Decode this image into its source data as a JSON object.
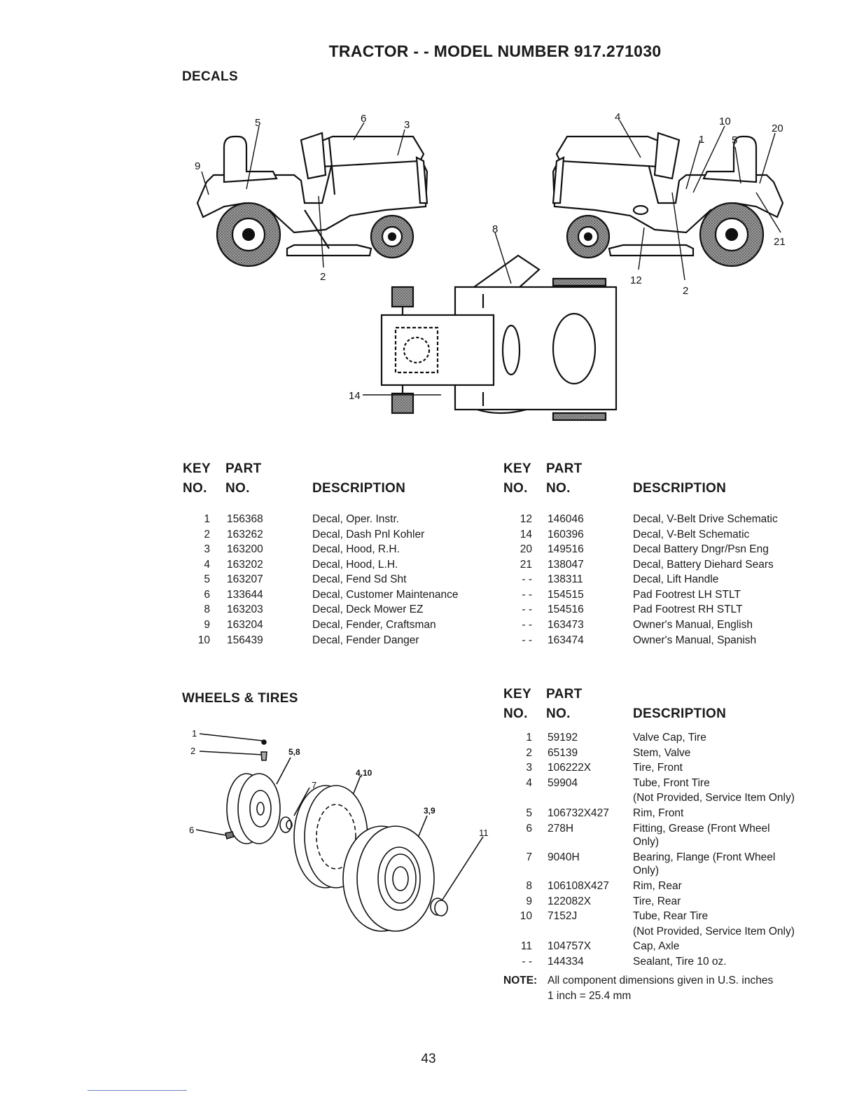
{
  "title": "TRACTOR - - MODEL NUMBER 917.271030",
  "decals": {
    "section_title": "DECALS",
    "callouts": [
      "5",
      "6",
      "3",
      "9",
      "2",
      "4",
      "10",
      "1",
      "5",
      "20",
      "21",
      "12",
      "2",
      "8",
      "14"
    ],
    "headers": {
      "key_top": "KEY",
      "key_bottom": "NO.",
      "part_top": "PART",
      "part_bottom": "NO.",
      "desc": "DESCRIPTION"
    },
    "table_left": [
      {
        "key": "1",
        "part": "156368",
        "desc": "Decal, Oper. Instr."
      },
      {
        "key": "2",
        "part": "163262",
        "desc": "Decal, Dash Pnl Kohler"
      },
      {
        "key": "3",
        "part": "163200",
        "desc": "Decal, Hood, R.H."
      },
      {
        "key": "4",
        "part": "163202",
        "desc": "Decal, Hood, L.H."
      },
      {
        "key": "5",
        "part": "163207",
        "desc": "Decal, Fend Sd Sht"
      },
      {
        "key": "6",
        "part": "133644",
        "desc": "Decal, Customer Maintenance"
      },
      {
        "key": "8",
        "part": "163203",
        "desc": "Decal, Deck Mower EZ"
      },
      {
        "key": "9",
        "part": "163204",
        "desc": "Decal, Fender, Craftsman"
      },
      {
        "key": "10",
        "part": "156439",
        "desc": "Decal, Fender Danger"
      }
    ],
    "table_right": [
      {
        "key": "12",
        "part": "146046",
        "desc": "Decal, V-Belt Drive Schematic"
      },
      {
        "key": "14",
        "part": "160396",
        "desc": "Decal, V-Belt Schematic"
      },
      {
        "key": "20",
        "part": "149516",
        "desc": "Decal Battery Dngr/Psn Eng"
      },
      {
        "key": "21",
        "part": "138047",
        "desc": "Decal, Battery Diehard Sears"
      },
      {
        "key": "- -",
        "part": "138311",
        "desc": "Decal, Lift Handle"
      },
      {
        "key": "- -",
        "part": "154515",
        "desc": "Pad Footrest LH STLT"
      },
      {
        "key": "- -",
        "part": "154516",
        "desc": "Pad Footrest RH STLT"
      },
      {
        "key": "- -",
        "part": "163473",
        "desc": "Owner's Manual, English"
      },
      {
        "key": "- -",
        "part": "163474",
        "desc": "Owner's Manual, Spanish"
      }
    ]
  },
  "wheels": {
    "section_title": "WHEELS & TIRES",
    "callouts": [
      "1",
      "2",
      "5,8",
      "4,10",
      "7",
      "3,9",
      "6",
      "11"
    ],
    "headers": {
      "key_top": "KEY",
      "key_bottom": "NO.",
      "part_top": "PART",
      "part_bottom": "NO.",
      "desc": "DESCRIPTION"
    },
    "rows": [
      {
        "key": "1",
        "part": "59192",
        "desc": "Valve Cap, Tire"
      },
      {
        "key": "2",
        "part": "65139",
        "desc": "Stem, Valve"
      },
      {
        "key": "3",
        "part": "106222X",
        "desc": "Tire, Front"
      },
      {
        "key": "4",
        "part": "59904",
        "desc": "Tube, Front Tire",
        "desc2": "(Not Provided, Service Item Only)"
      },
      {
        "key": "5",
        "part": "106732X427",
        "desc": "Rim, Front"
      },
      {
        "key": "6",
        "part": "278H",
        "desc": "Fitting, Grease (Front Wheel",
        "desc2": "Only)"
      },
      {
        "key": "7",
        "part": "9040H",
        "desc": "Bearing, Flange (Front Wheel",
        "desc2": "Only)"
      },
      {
        "key": "8",
        "part": "106108X427",
        "desc": "Rim, Rear"
      },
      {
        "key": "9",
        "part": "122082X",
        "desc": "Tire, Rear"
      },
      {
        "key": "10",
        "part": "7152J",
        "desc": "Tube, Rear Tire",
        "desc2": "(Not Provided, Service Item Only)"
      },
      {
        "key": "11",
        "part": "104757X",
        "desc": "Cap, Axle"
      },
      {
        "key": "- -",
        "part": "144334",
        "desc": "Sealant, Tire 10 oz."
      }
    ],
    "note_label": "NOTE:",
    "note_line1": "All component dimensions given in U.S. inches",
    "note_line2": "1 inch = 25.4 mm"
  },
  "page_number": "43"
}
